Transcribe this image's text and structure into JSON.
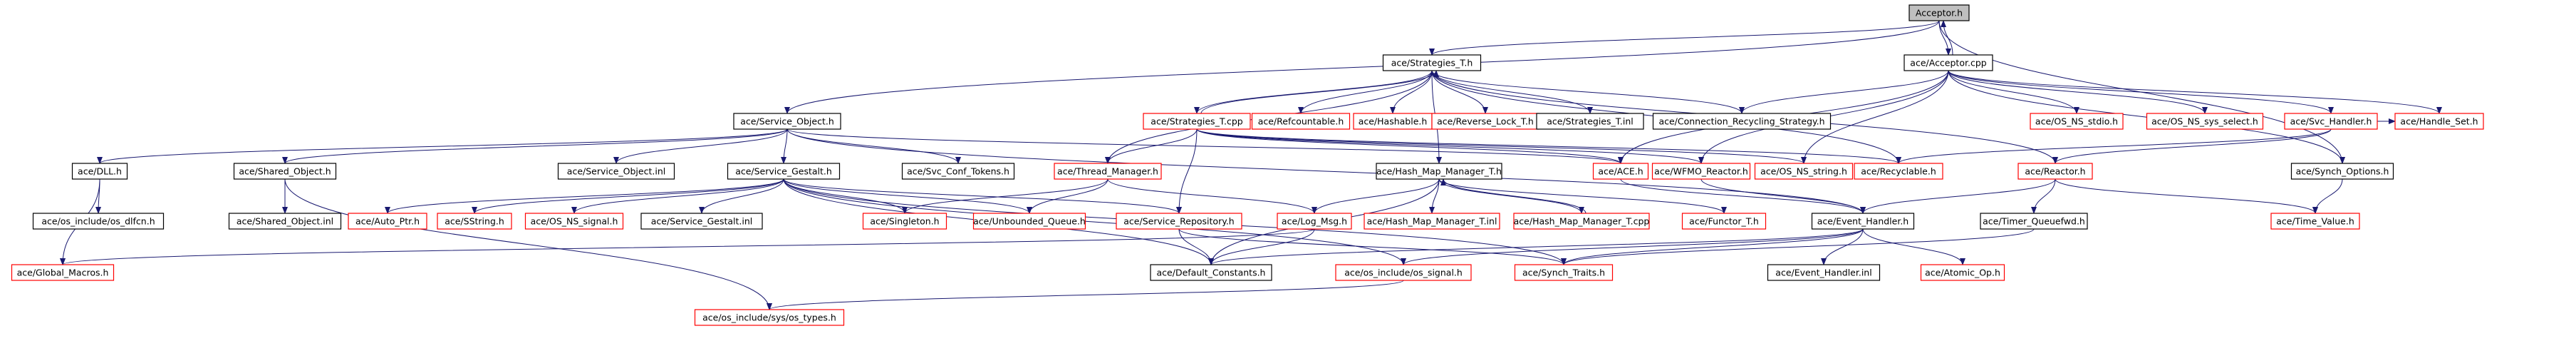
{
  "diagram": {
    "nodes": [
      {
        "id": "n0",
        "label": "Acceptor.h",
        "style": "root"
      },
      {
        "id": "n1",
        "label": "ace/Strategies_T.h",
        "style": "black"
      },
      {
        "id": "n2",
        "label": "ace/Acceptor.cpp",
        "style": "black"
      },
      {
        "id": "n3",
        "label": "ace/Service_Object.h",
        "style": "black"
      },
      {
        "id": "n4",
        "label": "ace/Strategies_T.cpp",
        "style": "red"
      },
      {
        "id": "n5",
        "label": "ace/Refcountable.h",
        "style": "red"
      },
      {
        "id": "n6",
        "label": "ace/Hashable.h",
        "style": "red"
      },
      {
        "id": "n7",
        "label": "ace/Reverse_Lock_T.h",
        "style": "red"
      },
      {
        "id": "n8",
        "label": "ace/Strategies_T.inl",
        "style": "black"
      },
      {
        "id": "n9",
        "label": "ace/Connection_Recycling_Strategy.h",
        "style": "black"
      },
      {
        "id": "n10",
        "label": "ace/OS_NS_stdio.h",
        "style": "red"
      },
      {
        "id": "n11",
        "label": "ace/OS_NS_sys_select.h",
        "style": "red"
      },
      {
        "id": "n12",
        "label": "ace/Svc_Handler.h",
        "style": "red"
      },
      {
        "id": "n13",
        "label": "ace/Handle_Set.h",
        "style": "red"
      },
      {
        "id": "n14",
        "label": "ace/DLL.h",
        "style": "black"
      },
      {
        "id": "n15",
        "label": "ace/Shared_Object.h",
        "style": "black"
      },
      {
        "id": "n16",
        "label": "ace/Service_Object.inl",
        "style": "black"
      },
      {
        "id": "n17",
        "label": "ace/Service_Gestalt.h",
        "style": "black"
      },
      {
        "id": "n18",
        "label": "ace/Svc_Conf_Tokens.h",
        "style": "black"
      },
      {
        "id": "n19",
        "label": "ace/Thread_Manager.h",
        "style": "red"
      },
      {
        "id": "n20",
        "label": "ace/Hash_Map_Manager_T.h",
        "style": "black"
      },
      {
        "id": "n21",
        "label": "ace/ACE.h",
        "style": "red"
      },
      {
        "id": "n22",
        "label": "ace/WFMO_Reactor.h",
        "style": "red"
      },
      {
        "id": "n23",
        "label": "ace/OS_NS_string.h",
        "style": "red"
      },
      {
        "id": "n24",
        "label": "ace/Recyclable.h",
        "style": "red"
      },
      {
        "id": "n25",
        "label": "ace/Reactor.h",
        "style": "red"
      },
      {
        "id": "n26",
        "label": "ace/Synch_Options.h",
        "style": "black"
      },
      {
        "id": "n27",
        "label": "ace/os_include/os_dlfcn.h",
        "style": "black"
      },
      {
        "id": "n28",
        "label": "ace/Shared_Object.inl",
        "style": "black"
      },
      {
        "id": "n29",
        "label": "ace/Auto_Ptr.h",
        "style": "red"
      },
      {
        "id": "n30",
        "label": "ace/SString.h",
        "style": "red"
      },
      {
        "id": "n31",
        "label": "ace/OS_NS_signal.h",
        "style": "red"
      },
      {
        "id": "n32",
        "label": "ace/Service_Gestalt.inl",
        "style": "black"
      },
      {
        "id": "n33",
        "label": "ace/Singleton.h",
        "style": "red"
      },
      {
        "id": "n34",
        "label": "ace/Unbounded_Queue.h",
        "style": "red"
      },
      {
        "id": "n35",
        "label": "ace/Service_Repository.h",
        "style": "red"
      },
      {
        "id": "n36",
        "label": "ace/Log_Msg.h",
        "style": "red"
      },
      {
        "id": "n37",
        "label": "ace/Hash_Map_Manager_T.inl",
        "style": "red"
      },
      {
        "id": "n38",
        "label": "ace/Hash_Map_Manager_T.cpp",
        "style": "red"
      },
      {
        "id": "n39",
        "label": "ace/Functor_T.h",
        "style": "red"
      },
      {
        "id": "n40",
        "label": "ace/Event_Handler.h",
        "style": "black"
      },
      {
        "id": "n41",
        "label": "ace/Timer_Queuefwd.h",
        "style": "black"
      },
      {
        "id": "n42",
        "label": "ace/Time_Value.h",
        "style": "red"
      },
      {
        "id": "n43",
        "label": "ace/Global_Macros.h",
        "style": "red"
      },
      {
        "id": "n44",
        "label": "ace/Default_Constants.h",
        "style": "black"
      },
      {
        "id": "n45",
        "label": "ace/os_include/os_signal.h",
        "style": "red"
      },
      {
        "id": "n46",
        "label": "ace/Synch_Traits.h",
        "style": "red"
      },
      {
        "id": "n47",
        "label": "ace/Event_Handler.inl",
        "style": "black"
      },
      {
        "id": "n48",
        "label": "ace/Atomic_Op.h",
        "style": "red"
      },
      {
        "id": "n49",
        "label": "ace/os_include/sys/os_types.h",
        "style": "red"
      }
    ],
    "edges": [
      [
        "n0",
        "n1"
      ],
      [
        "n0",
        "n2"
      ],
      [
        "n0",
        "n3"
      ],
      [
        "n0",
        "n26"
      ],
      [
        "n1",
        "n4"
      ],
      [
        "n1",
        "n5"
      ],
      [
        "n1",
        "n6"
      ],
      [
        "n1",
        "n7"
      ],
      [
        "n1",
        "n8"
      ],
      [
        "n1",
        "n9"
      ],
      [
        "n1",
        "n19"
      ],
      [
        "n1",
        "n20"
      ],
      [
        "n1",
        "n25"
      ],
      [
        "n1",
        "n24"
      ],
      [
        "n2",
        "n0"
      ],
      [
        "n2",
        "n10"
      ],
      [
        "n2",
        "n11"
      ],
      [
        "n2",
        "n12"
      ],
      [
        "n2",
        "n13"
      ],
      [
        "n2",
        "n21"
      ],
      [
        "n2",
        "n23"
      ],
      [
        "n2",
        "n9"
      ],
      [
        "n2",
        "n26"
      ],
      [
        "n2",
        "n22"
      ],
      [
        "n3",
        "n14"
      ],
      [
        "n3",
        "n15"
      ],
      [
        "n3",
        "n16"
      ],
      [
        "n3",
        "n17"
      ],
      [
        "n3",
        "n18"
      ],
      [
        "n3",
        "n21"
      ],
      [
        "n3",
        "n40"
      ],
      [
        "n4",
        "n1"
      ],
      [
        "n4",
        "n19"
      ],
      [
        "n4",
        "n35"
      ],
      [
        "n4",
        "n23"
      ],
      [
        "n4",
        "n24"
      ],
      [
        "n4",
        "n21"
      ],
      [
        "n4",
        "n22"
      ],
      [
        "n12",
        "n24"
      ],
      [
        "n12",
        "n25"
      ],
      [
        "n12",
        "n13"
      ],
      [
        "n14",
        "n27"
      ],
      [
        "n14",
        "n43"
      ],
      [
        "n15",
        "n28"
      ],
      [
        "n15",
        "n49"
      ],
      [
        "n17",
        "n29"
      ],
      [
        "n17",
        "n30"
      ],
      [
        "n17",
        "n31"
      ],
      [
        "n17",
        "n32"
      ],
      [
        "n17",
        "n34"
      ],
      [
        "n17",
        "n35"
      ],
      [
        "n17",
        "n33"
      ],
      [
        "n17",
        "n44"
      ],
      [
        "n17",
        "n46"
      ],
      [
        "n17",
        "n45"
      ],
      [
        "n19",
        "n33"
      ],
      [
        "n19",
        "n34"
      ],
      [
        "n19",
        "n36"
      ],
      [
        "n20",
        "n37"
      ],
      [
        "n20",
        "n38"
      ],
      [
        "n20",
        "n39"
      ],
      [
        "n20",
        "n36"
      ],
      [
        "n20",
        "n44"
      ],
      [
        "n38",
        "n20"
      ],
      [
        "n25",
        "n40"
      ],
      [
        "n25",
        "n41"
      ],
      [
        "n25",
        "n42"
      ],
      [
        "n26",
        "n42"
      ],
      [
        "n35",
        "n44"
      ],
      [
        "n35",
        "n46"
      ],
      [
        "n36",
        "n43"
      ],
      [
        "n36",
        "n44"
      ],
      [
        "n40",
        "n47"
      ],
      [
        "n40",
        "n48"
      ],
      [
        "n40",
        "n46"
      ],
      [
        "n40",
        "n45"
      ],
      [
        "n40",
        "n44"
      ],
      [
        "n41",
        "n46"
      ],
      [
        "n21",
        "n40"
      ],
      [
        "n22",
        "n40"
      ],
      [
        "n45",
        "n49"
      ]
    ]
  },
  "colors": {
    "edge": "#191970",
    "red_border": "#ff0000",
    "black_border": "#000000",
    "root_fill": "#bfbfbf",
    "text": "#000000"
  }
}
